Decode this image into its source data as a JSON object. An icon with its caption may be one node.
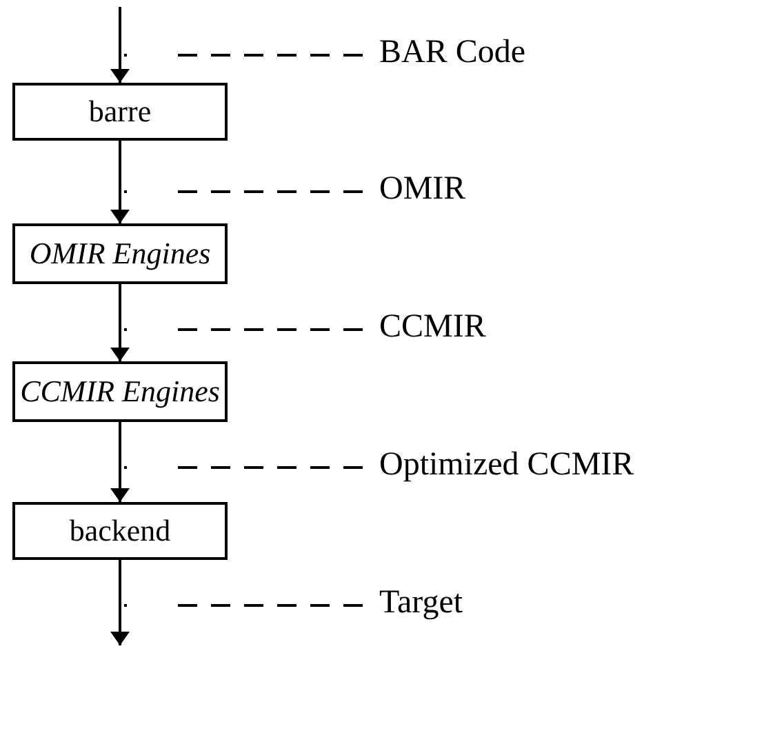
{
  "diagram": {
    "nodes": [
      {
        "text": [
          "barre"
        ]
      },
      {
        "text": [
          "OMIR Engines"
        ]
      },
      {
        "text": [
          "CCMIR Engines"
        ]
      },
      {
        "text": [
          "backend"
        ]
      },
      {
        "text": [
          "BAR Code"
        ]
      },
      {
        "text": [
          "OMIR"
        ]
      },
      {
        "text": [
          "CCMIR"
        ]
      },
      {
        "text": [
          "Optimized CCMIR"
        ]
      },
      {
        "text": [
          "Target"
        ]
      }
    ],
    "edges": [
      {
        "from": null,
        "to": 0,
        "arrow": "to"
      },
      {
        "from": 0,
        "to": 1,
        "arrow": "to"
      },
      {
        "from": 1,
        "to": 2,
        "arrow": "to"
      },
      {
        "from": 2,
        "to": 3,
        "arrow": "to"
      },
      {
        "from": 3,
        "to": null,
        "arrow": "to"
      },
      {
        "from": 4,
        "to": null,
        "arrow": "none",
        "style": "dashed"
      },
      {
        "from": 5,
        "to": null,
        "arrow": "none",
        "style": "dashed"
      },
      {
        "from": 6,
        "to": null,
        "arrow": "none",
        "style": "dashed"
      },
      {
        "from": 7,
        "to": null,
        "arrow": "none",
        "style": "dashed"
      },
      {
        "from": 8,
        "to": null,
        "arrow": "none",
        "style": "dashed"
      }
    ]
  }
}
